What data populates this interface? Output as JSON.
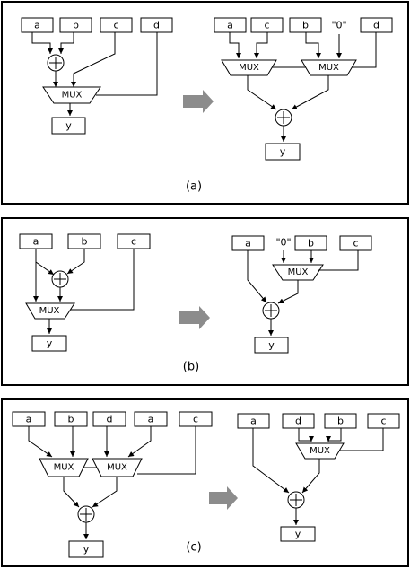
{
  "colors": {
    "arrow": "#8c8c8c",
    "line": "#000000"
  },
  "diagrams": [
    {
      "caption": "(a)",
      "before": {
        "inputs": [
          "a",
          "b",
          "c",
          "d"
        ],
        "mux": "MUX",
        "output": "y"
      },
      "after": {
        "inputs": [
          "a",
          "c",
          "b",
          "\"0\"",
          "d"
        ],
        "mux1": "MUX",
        "mux2": "MUX",
        "output": "y"
      }
    },
    {
      "caption": "(b)",
      "before": {
        "inputs": [
          "a",
          "b",
          "c"
        ],
        "mux": "MUX",
        "output": "y"
      },
      "after": {
        "inputs": [
          "a",
          "\"0\"",
          "b",
          "c"
        ],
        "mux": "MUX",
        "output": "y"
      }
    },
    {
      "caption": "(c)",
      "before": {
        "inputs": [
          "a",
          "b",
          "d",
          "a",
          "c"
        ],
        "mux1": "MUX",
        "mux2": "MUX",
        "output": "y"
      },
      "after": {
        "inputs": [
          "a",
          "d",
          "b",
          "c"
        ],
        "mux": "MUX",
        "output": "y"
      }
    }
  ]
}
